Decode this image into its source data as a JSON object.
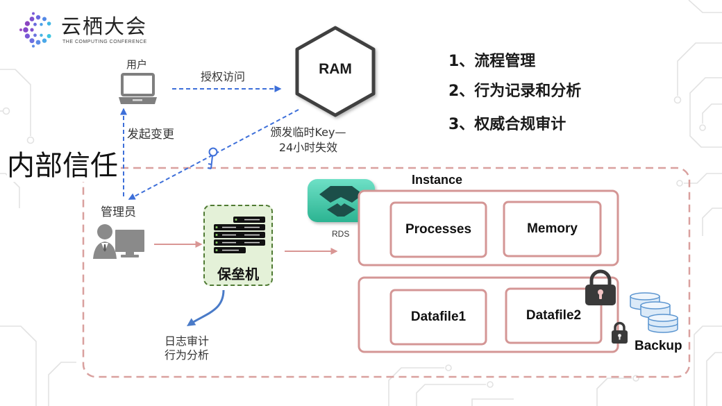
{
  "logo": {
    "name": "云栖大会",
    "tagline": "THE COMPUTING CONFERENCE"
  },
  "user": {
    "label": "用户"
  },
  "ram": {
    "label": "RAM"
  },
  "flows": {
    "grant_access": "授权访问",
    "initiate_change": "发起变更",
    "temp_key": [
      "颁发临时Key—",
      "24小时失效"
    ]
  },
  "features": [
    "1、流程管理",
    "2、行为记录和分析",
    "3、权威合规审计"
  ],
  "zone": {
    "label": "内部信任"
  },
  "admin": {
    "label": "管理员"
  },
  "bastion": {
    "label": "保垒机"
  },
  "audit": [
    "日志审计",
    "行为分析"
  ],
  "rds": {
    "label": "RDS"
  },
  "instance": {
    "title": "Instance",
    "runtime": [
      "Processes",
      "Memory"
    ],
    "storage": [
      "Datafile1",
      "Datafile2"
    ]
  },
  "backup": {
    "label": "Backup"
  },
  "icons": {
    "logo": "dotted-circle-logo",
    "user": "laptop-icon",
    "admin": "admin-at-computer-icon",
    "key": "key-icon",
    "bastion": "server-rack-icon",
    "rds": "rds-icon",
    "encryption": "lock-icon",
    "backup": "disk-stack-icon"
  },
  "colors": {
    "flow_arrow": "#3d6fd9",
    "data_arrow": "#d99694",
    "audit_arrow": "#4a7bc8",
    "zone_border": "#d9a09e",
    "box_border": "#d49695",
    "bastion_fill": "#e4f1d8",
    "bastion_border": "#4f7a33",
    "rds": "#3cc4a4",
    "lock": "#3a3a3a",
    "backup_disk": "#5b95d0",
    "text": "#1a1a1a"
  }
}
